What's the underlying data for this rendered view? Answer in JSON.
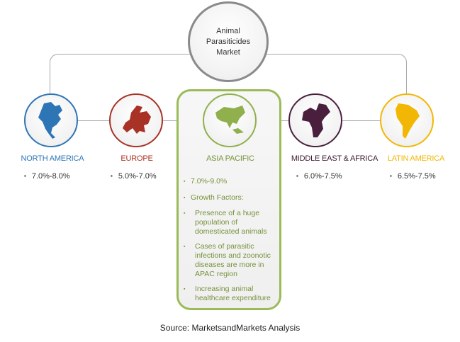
{
  "center": {
    "line1": "Animal",
    "line2": "Parasiticides",
    "line3": "Market"
  },
  "regions": [
    {
      "name": "NORTH AMERICA",
      "value": "7.0%-8.0%",
      "color": "#2e75b6"
    },
    {
      "name": "EUROPE",
      "value": "5.0%-7.0%",
      "color": "#a93226"
    },
    {
      "name": "ASIA PACIFIC",
      "value": "7.0%-9.0%",
      "color": "#8fb04c"
    },
    {
      "name": "MIDDLE EAST & AFRICA",
      "value": "6.0%-7.5%",
      "color": "#4a1f3d"
    },
    {
      "name": "LATIN AMERICA",
      "value": "6.5%-7.5%",
      "color": "#f2b705"
    }
  ],
  "asia_pacific": {
    "growth_label": "Growth Factors:",
    "factors": [
      "Presence of a huge population of domesticated animals",
      "Cases of parasitic infections and zoonotic diseases are more in APAC region",
      "Increasing animal healthcare expenditure"
    ]
  },
  "source": "Source: MarketsandMarkets Analysis"
}
